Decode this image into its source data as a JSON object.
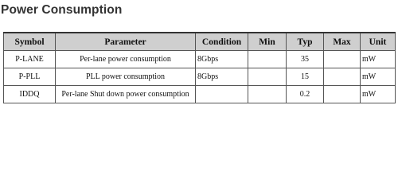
{
  "section": {
    "title": "Power Consumption"
  },
  "table": {
    "headers": [
      "Symbol",
      "Parameter",
      "Condition",
      "Min",
      "Typ",
      "Max",
      "Unit"
    ],
    "rows": [
      {
        "symbol": "P-LANE",
        "parameter": "Per-lane power consumption",
        "condition": "8Gbps",
        "min": "",
        "typ": "35",
        "max": "",
        "unit": "mW"
      },
      {
        "symbol": "P-PLL",
        "parameter": "PLL power consumption",
        "condition": "8Gbps",
        "min": "",
        "typ": "15",
        "max": "",
        "unit": "mW"
      },
      {
        "symbol": "IDDQ",
        "parameter": "Per-lane Shut down power consumption",
        "condition": "",
        "min": "",
        "typ": "0.2",
        "max": "",
        "unit": "mW"
      }
    ]
  }
}
